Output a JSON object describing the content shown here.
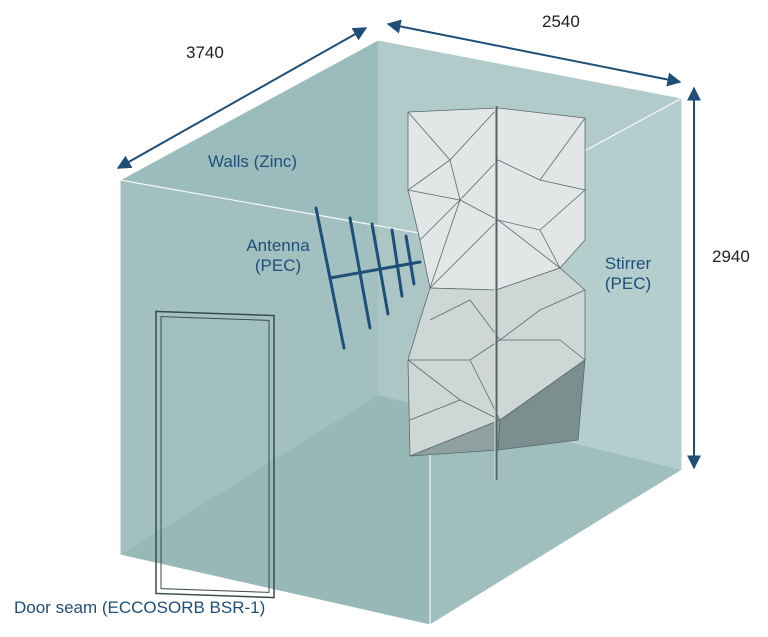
{
  "dimensions": {
    "depth": "3740",
    "width": "2540",
    "height": "2940"
  },
  "labels": {
    "walls": "Walls (Zinc)",
    "antenna_line1": "Antenna",
    "antenna_line2": "(PEC)",
    "stirrer_line1": "Stirrer",
    "stirrer_line2": "(PEC)",
    "door_seam": "Door seam (ECCOSORB BSR-1)"
  },
  "colors": {
    "label_text": "#1f4e79",
    "arrow": "#1f4e79",
    "wall_fill": "#8fb3b3",
    "floor_fill": "#7fa3a3",
    "stirrer_fill": "#d4dada",
    "antenna": "#1f4e79"
  }
}
